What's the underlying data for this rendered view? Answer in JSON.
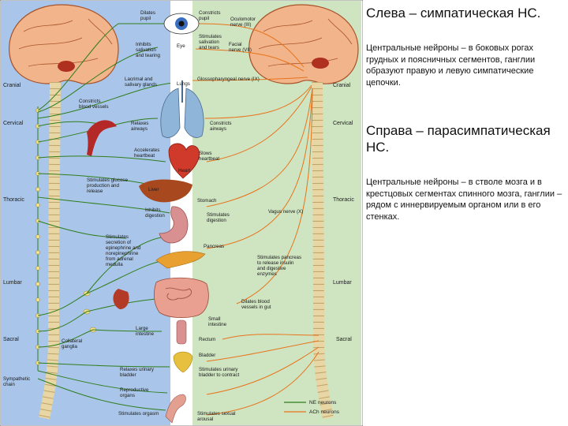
{
  "left_heading": "Слева – симпатическая НС.",
  "left_body": "Центральные нейроны – в боковых рогах грудных и поясничных сегментов, ганглии образуют правую и левую симпатические цепочки.",
  "right_heading": "Справа – парасимпатическая НС.",
  "right_body": "Центральные нейроны – в стволе мозга и в крестцовых сегментах спинного мозга, ганглии – рядом с иннервируемым органом или в его стенках.",
  "colors": {
    "sympathetic_bg": "#a9c6ea",
    "parasympathetic_bg": "#cfe5c2",
    "center_strip": "#ffffff",
    "ne_line": "#2e7d1a",
    "ach_line": "#e8731a"
  },
  "diagram": {
    "spinal_left": {
      "cranial": "Cranial",
      "cervical": "Cervical",
      "thoracic": "Thoracic",
      "lumbar": "Lumbar",
      "sacral": "Sacral"
    },
    "spinal_right": {
      "cranial": "Cranial",
      "cervical": "Cervical",
      "thoracic": "Thoracic",
      "lumbar": "Lumbar",
      "sacral": "Sacral"
    },
    "sympathetic_chain": [
      "Sympathetic",
      "chain"
    ],
    "collateral": [
      "Collateral",
      "ganglia"
    ],
    "sym_labels": {
      "dilates_pupil": [
        "Dilates",
        "pupil"
      ],
      "inhibits_salivation": [
        "Inhibits",
        "salivation",
        "and tearing"
      ],
      "lacrimal": [
        "Lacrimal and",
        "salivary glands"
      ],
      "constricts_vessels": [
        "Constricts",
        "blood vessels"
      ],
      "relaxes_airways": [
        "Relaxes",
        "airways"
      ],
      "accelerates_heartbeat": [
        "Accelerates",
        "heartbeat"
      ],
      "stimulates_glucose": [
        "Stimulates glucose",
        "production and",
        "release"
      ],
      "inhibits_digestion": [
        "Inhibits",
        "digestion"
      ],
      "stimulates_secretion": [
        "Stimulates",
        "secretion of",
        "epinephrine and",
        "norepinephrine",
        "from adrenal",
        "medulla"
      ],
      "relaxes_bladder": [
        "Relaxes urinary",
        "bladder"
      ],
      "reproductive": [
        "Reproductive",
        "organs"
      ],
      "stimulates_orgasm": "Stimulates orgasm"
    },
    "organ_labels": {
      "eye": "Eye",
      "lungs": "Lungs",
      "heart": "Heart",
      "liver": "Liver",
      "stomach": "Stomach",
      "pancreas": "Pancreas",
      "large_intestine": [
        "Large",
        "intestine"
      ],
      "small_intestine": [
        "Small",
        "intestine"
      ],
      "rectum": "Rectum",
      "bladder": "Bladder"
    },
    "para_labels": {
      "constricts_pupil": [
        "Constricts",
        "pupil"
      ],
      "oculomotor": [
        "Oculomotor",
        "nerve (III)"
      ],
      "stimulates_salivation": [
        "Stimulates",
        "salivation",
        "and tears"
      ],
      "facial_nerve": [
        "Facial",
        "nerve (VII)"
      ],
      "glossopharyngeal": "Glossopharyngeal nerve (IX)",
      "constricts_airways": [
        "Constricts",
        "airways"
      ],
      "slows_heartbeat": [
        "Slows",
        "heartbeat"
      ],
      "vagus": "Vagus nerve (X)",
      "stimulates_digestion": [
        "Stimulates",
        "digestion"
      ],
      "stimulates_pancreas": [
        "Stimulates pancreas",
        "to release insulin",
        "and digestive",
        "enzymes"
      ],
      "dilates_vessels": [
        "Dilates blood",
        "vessels in gut"
      ],
      "stimulates_bladder": [
        "Stimulates urinary",
        "bladder to contract"
      ],
      "stimulates_arousal": [
        "Stimulates sexual",
        "arousal"
      ]
    },
    "legend": {
      "ne": "NE neurons",
      "ach": "ACh neurons"
    }
  }
}
